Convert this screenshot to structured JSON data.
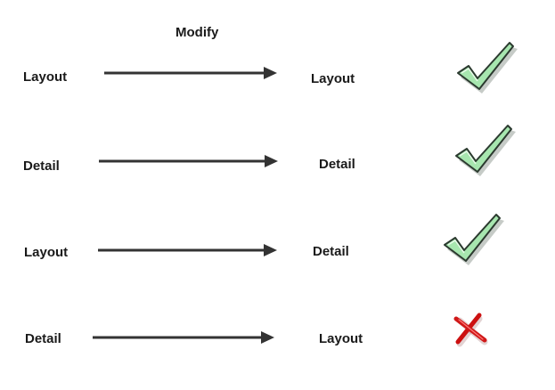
{
  "header": {
    "title": "Modify"
  },
  "rows": [
    {
      "from": "Layout",
      "to": "Layout",
      "result": "check-icon"
    },
    {
      "from": "Detail",
      "to": "Detail",
      "result": "check-icon"
    },
    {
      "from": "Layout",
      "to": "Detail",
      "result": "check-icon"
    },
    {
      "from": "Detail",
      "to": "Layout",
      "result": "cross-icon"
    }
  ],
  "colors": {
    "check_fill": "#9fe0a8",
    "check_stroke": "#2f3d33",
    "cross": "#cc1010",
    "arrow": "#333333"
  }
}
